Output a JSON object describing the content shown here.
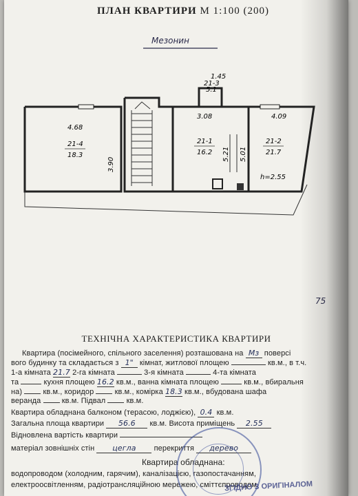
{
  "plan": {
    "title": "ПЛАН КВАРТИРИ",
    "scale": "М 1:100 (200)",
    "floor_name": "Мезонин",
    "dims": {
      "top_small_1": "1.45",
      "top_small_2": "21-3",
      "top_small_3": "5.1",
      "top_308": "3.08",
      "top_409": "4.09",
      "left_468": "4.68",
      "left_390": "3.90",
      "vert_521": "5.21",
      "vert_501": "5.01",
      "height_label": "h=2.55"
    },
    "rooms": [
      {
        "code": "21-4",
        "area": "18.3"
      },
      {
        "code": "21-1",
        "area": "16.2"
      },
      {
        "code": "21-2",
        "area": "21.7"
      }
    ],
    "side_mark": "75"
  },
  "tech": {
    "title": "ТЕХНІЧНА ХАРАКТЕРИСТИКА КВАРТИРИ",
    "line1": {
      "text": "Квартира (посімейного, спільного заселення) розташована на",
      "value": "Мз",
      "suffix": "поверсі"
    },
    "line2": {
      "text": "вого будинку та складається з",
      "value": "1\"",
      "suffix": "кімнат, житлової площею",
      "tail": "кв.м., в т.ч."
    },
    "line3": {
      "part1": "1-а кімната",
      "v1": "21.7",
      "part2": "2-га кімната",
      "part3": "3-я кімната",
      "part4": "4-та кімната"
    },
    "line4": {
      "part1": "та",
      "part2": "кухня площею",
      "v1": "16.2",
      "part3": "кв.м., ванна кімната площею",
      "part4": "кв.м., вбиральня"
    },
    "line5": {
      "part1": "на)",
      "part2": "кв.м., коридор",
      "part3": "кв.м., комірка",
      "v1": "18.3",
      "part4": "кв.м., вбудована шафа"
    },
    "line6": {
      "text": "веранда",
      "part2": "кв.м. Підвал",
      "part3": "кв.м."
    },
    "line7": {
      "text": "Квартира обладнана балконом (терасою, лоджією),",
      "v1": "0.4",
      "suffix": "кв.м."
    },
    "line8": {
      "text": "Загальна площа квартири",
      "v1": "56.6",
      "part2": "кв.м. Висота приміщень",
      "v2": "2.55"
    },
    "line9": {
      "text": "Відновлена вартість квартири"
    },
    "line10": {
      "text": "матеріал зовнішніх стін",
      "v1": "цегла",
      "part2": "перекриття",
      "v2": "дерево"
    },
    "line11": {
      "text": "Квартира обладнана:"
    },
    "line12": {
      "text": "водопроводом (холодним, гарячим), каналізацією, газопостачанням,"
    },
    "line13": {
      "text": "електроосвітленням, радіотрансляційною мережею, сміттєпроводом"
    },
    "stamp_text": "ЗГІДНО З ОРИГІНАЛОМ"
  }
}
